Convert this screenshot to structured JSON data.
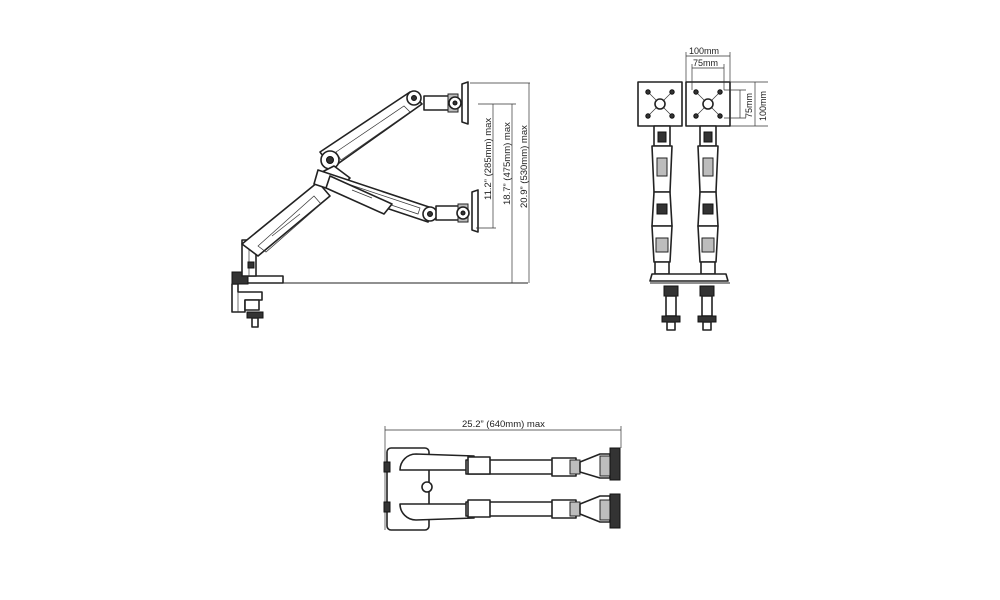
{
  "side_view": {
    "dim_1": "11.2” (285mm) max",
    "dim_2": "18.7” (475mm) max",
    "dim_3": "20.9” (530mm) max"
  },
  "front_view": {
    "vesa_outer": "100mm",
    "vesa_inner": "75mm",
    "vesa_v_inner": "75mm",
    "vesa_v_outer": "100mm"
  },
  "top_view": {
    "reach": "25.2”  (640mm) max"
  }
}
